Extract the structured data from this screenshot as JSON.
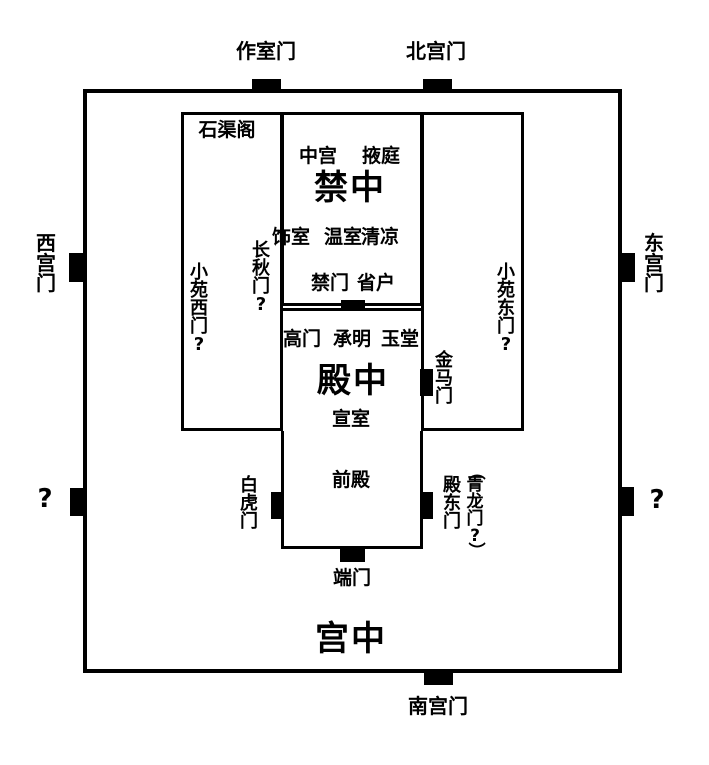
{
  "palette": {
    "ink": "#000000",
    "paper": "#ffffff"
  },
  "outer": {
    "zone": "宫中",
    "gates": {
      "zuoshi": "作室门",
      "beigong": "北宫门",
      "xigong": "西宫门",
      "donggong": "东宫门",
      "nangong": "南宫门",
      "unknown_west": "?",
      "unknown_east": "?"
    }
  },
  "west_court": {
    "shiquge": "石渠阁",
    "xiaoyuanximen": "小苑西门?",
    "changqiumen": "长秋门?"
  },
  "east_court": {
    "xiaoyuandongmen": "小苑东门?"
  },
  "jinzhong": {
    "zone": "禁中",
    "zhonggong": "中宫",
    "yeting": "掖庭",
    "shishi": "饰室",
    "wenshi": "温室",
    "qingliang": "清凉",
    "jinmen": "禁门",
    "shenghu": "省户"
  },
  "dianzhong": {
    "zone": "殿中",
    "gaomen": "高门",
    "chengming": "承明",
    "yutang": "玉堂",
    "xuanshi": "宣室",
    "qiandian": "前殿",
    "jinmamen": "金马门",
    "baihumen": "白虎门",
    "diandongmen": "殿东门",
    "qinglongmen": "（青龙门?）",
    "duanmen": "端门"
  }
}
